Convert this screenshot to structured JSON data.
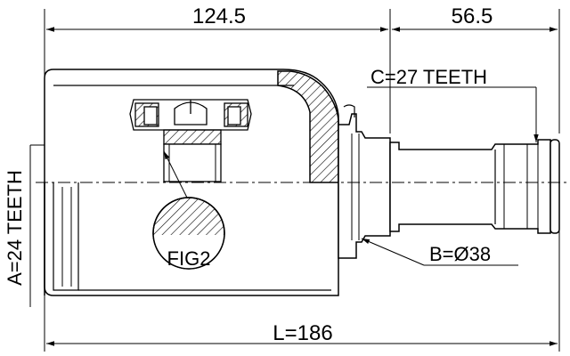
{
  "labels": {
    "top_left_dimension": "124.5",
    "top_right_dimension": "56.5",
    "spline_c": "C=27 TEETH",
    "spline_a": "A=24 TEETH",
    "diameter_b": "B=Ø38",
    "detail_ref": "FIG2",
    "overall_length": "L=186"
  },
  "colors": {
    "line": "#000000",
    "background": "#ffffff"
  }
}
